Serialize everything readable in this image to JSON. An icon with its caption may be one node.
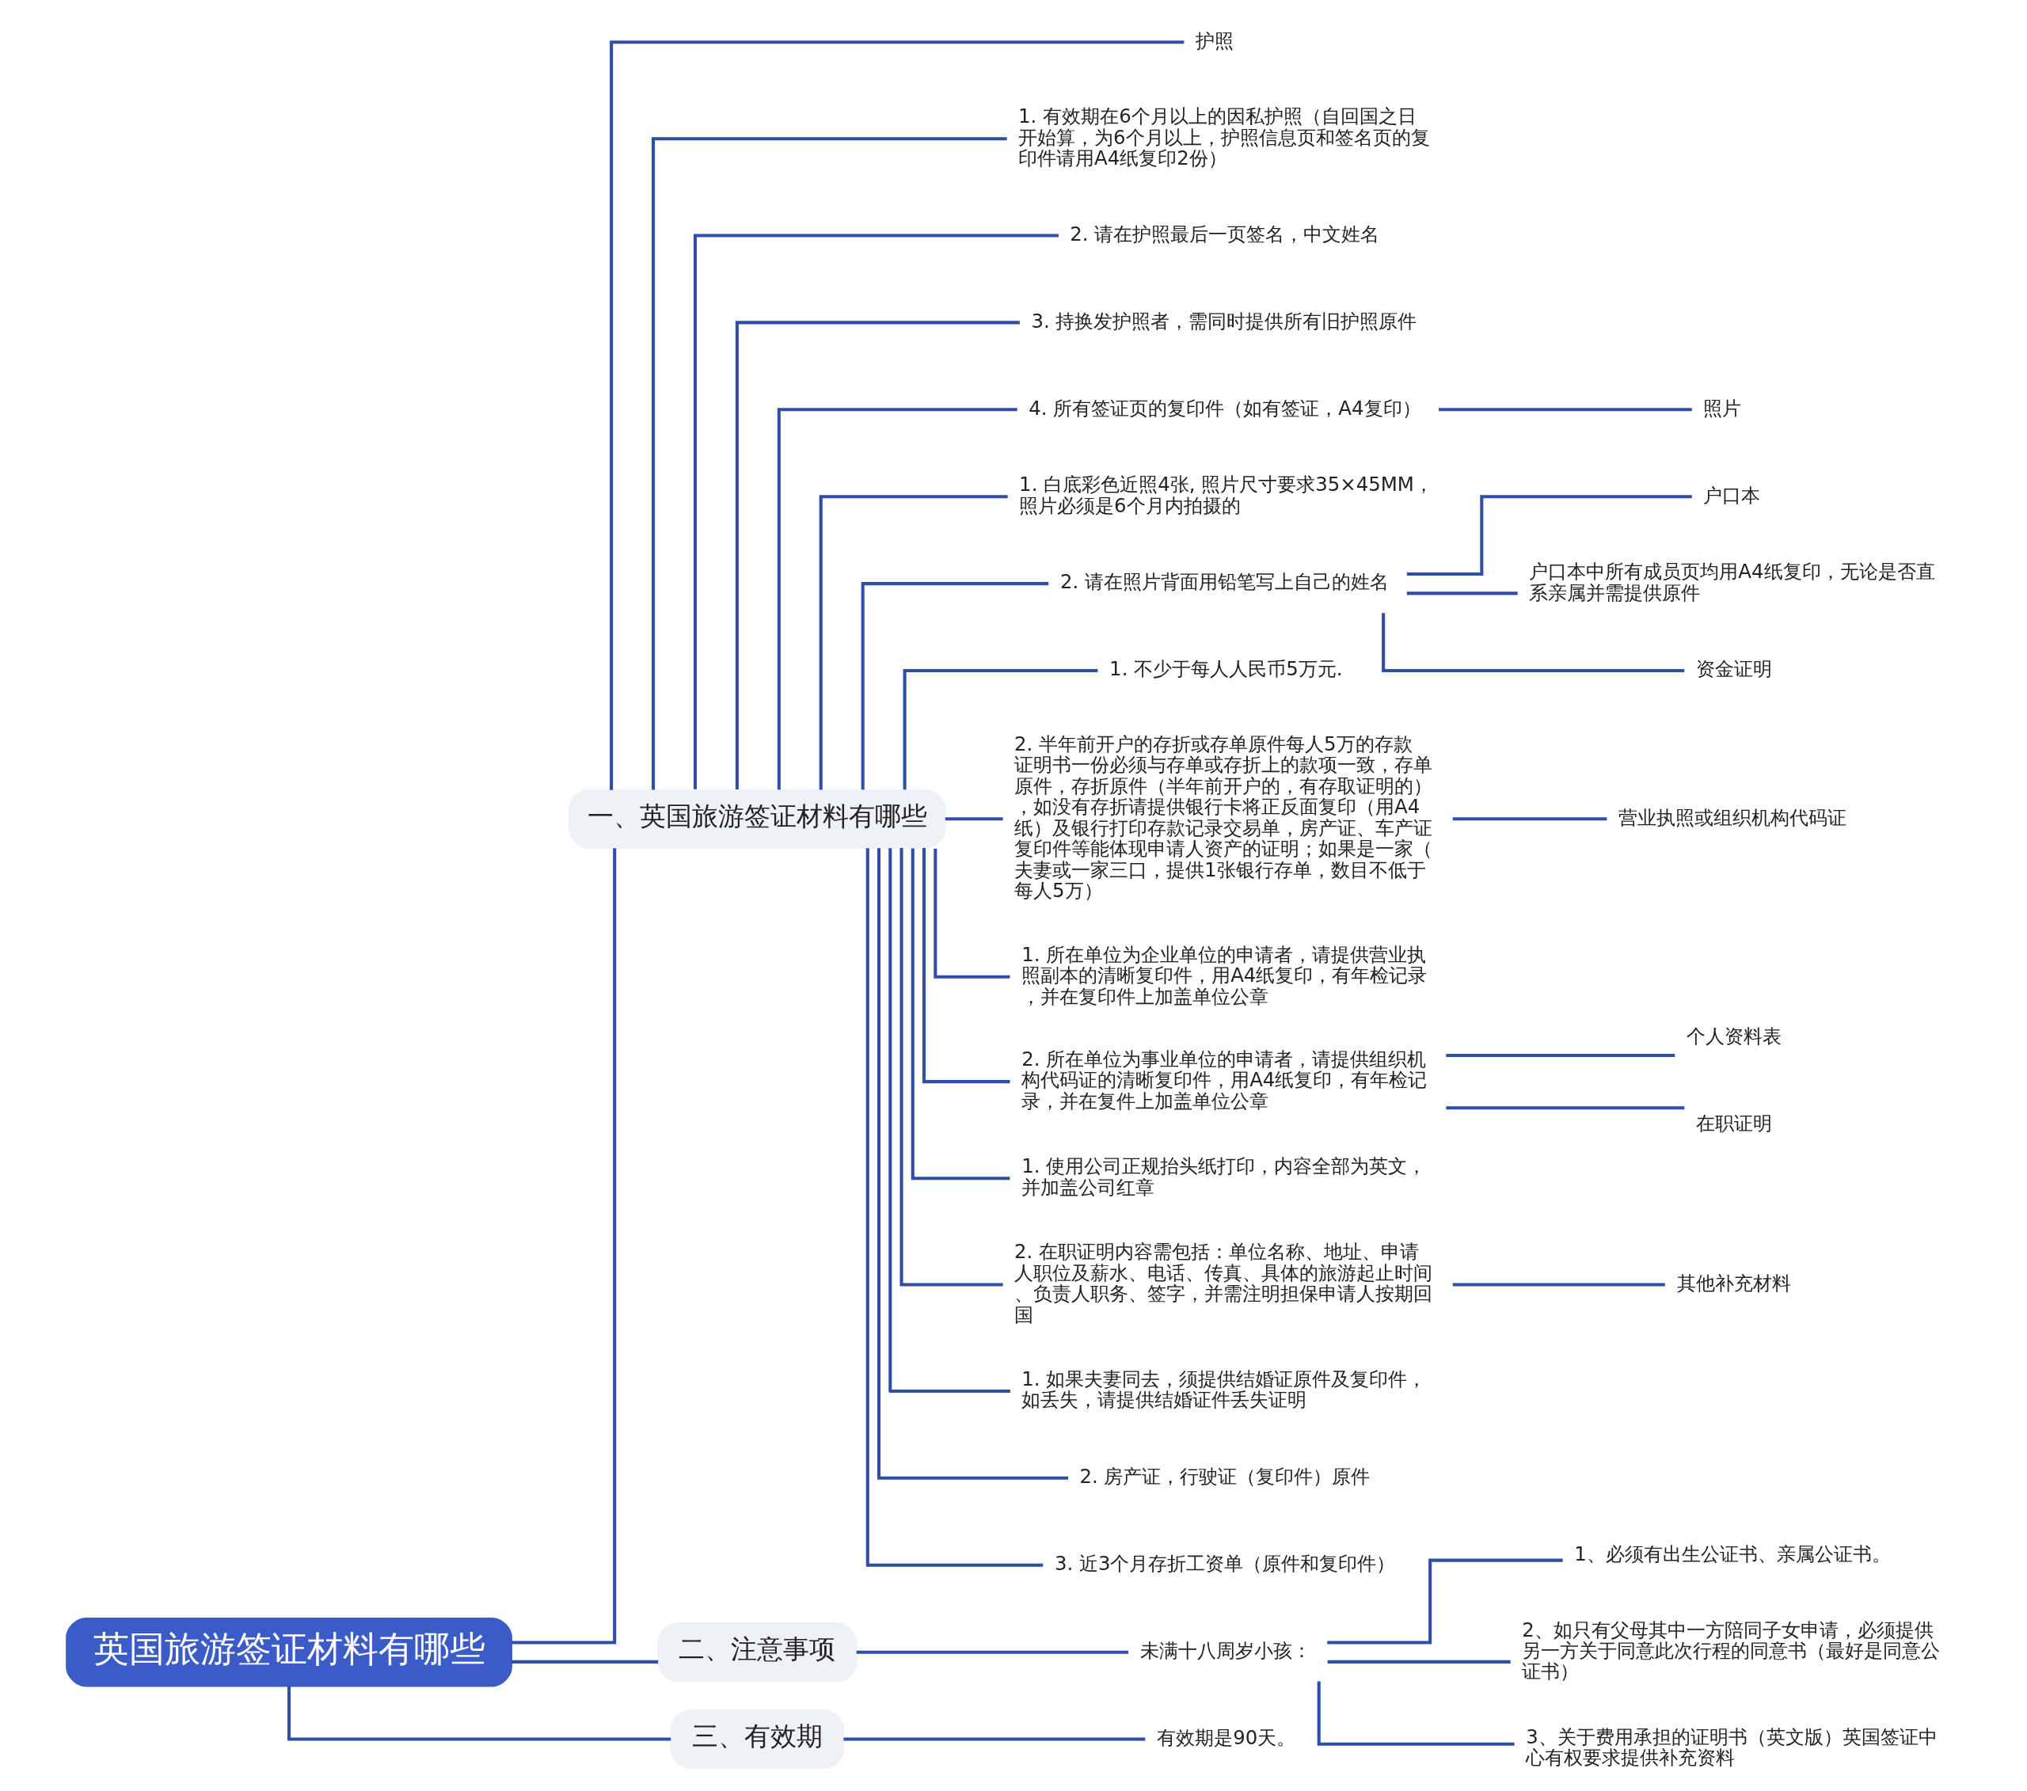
{
  "diagram": {
    "nodes": [
      {
        "text": [
          "英国旅游签证材料有哪些"
        ]
      },
      {
        "text": [
          "一、英国旅游签证材料有哪些"
        ]
      },
      {
        "text": [
          "护照"
        ]
      },
      {
        "text": [
          "1. 有效期在6个月以上的因私护照（自回国之日开始算，为6个月以上，护照信息页和签名页的复印件请用A4纸复印2份）"
        ]
      },
      {
        "text": [
          "2. 请在护照最后一页签名，中文姓名"
        ]
      },
      {
        "text": [
          "3. 持换发护照者，需同时提供所有旧护照原件"
        ]
      },
      {
        "text": [
          "4. 所有签证页的复印件（如有签证，A4复印）"
        ]
      },
      {
        "text": [
          "照片"
        ]
      },
      {
        "text": [
          "1. 白底彩色近照4张, 照片尺寸要求35×45MM，照片必须是6个月内拍摄的"
        ]
      },
      {
        "text": [
          "2. 请在照片背面用铅笔写上自己的姓名"
        ]
      },
      {
        "text": [
          "户口本"
        ]
      },
      {
        "text": [
          "户口本中所有成员页均用A4纸复印，无论是否直系亲属并需提供原件"
        ]
      },
      {
        "text": [
          "资金证明"
        ]
      },
      {
        "text": [
          "1. 不少于每人人民币5万元."
        ]
      },
      {
        "text": [
          "2. 半年前开户的存折或存单原件每人5万的存款证明书一份必须与存单或存折上的款项一致，存单原件，存折原件（半年前开户的，有存取证明的），如没有存折请提供银行卡将正反面复印（用A4纸）及银行打印存款记录交易单，房产证、车产证复印件等能体现申请人资产的证明；如果是一家（夫妻或一家三口，提供1张银行存单，数目不低于每人5万）"
        ]
      },
      {
        "text": [
          "营业执照或组织机构代码证"
        ]
      },
      {
        "text": [
          "1. 所在单位为企业单位的申请者，请提供营业执照副本的清晰复印件，用A4纸复印，有年检记录，并在复印件上加盖单位公章"
        ]
      },
      {
        "text": [
          "2. 所在单位为事业单位的申请者，请提供组织机构代码证的清晰复印件，用A4纸复印，有年检记录，并在复件上加盖单位公章"
        ]
      },
      {
        "text": [
          "个人资料表"
        ]
      },
      {
        "text": [
          "在职证明"
        ]
      },
      {
        "text": [
          "1. 使用公司正规抬头纸打印，内容全部为英文，并加盖公司红章"
        ]
      },
      {
        "text": [
          "2. 在职证明内容需包括：单位名称、地址、申请人职位及薪水、电话、传真、具体的旅游起止时间、负责人职务、签字，并需注明担保申请人按期回国"
        ]
      },
      {
        "text": [
          "其他补充材料"
        ]
      },
      {
        "text": [
          "1. 如果夫妻同去，须提供结婚证原件及复印件，如丢失，请提供结婚证件丢失证明"
        ]
      },
      {
        "text": [
          "2. 房产证，行驶证（复印件）原件"
        ]
      },
      {
        "text": [
          "3. 近3个月存折工资单（原件和复印件）"
        ]
      },
      {
        "text": [
          "二、注意事项"
        ]
      },
      {
        "text": [
          "未满十八周岁小孩："
        ]
      },
      {
        "text": [
          "1、必须有出生公证书、亲属公证书。"
        ]
      },
      {
        "text": [
          "2、如只有父母其中一方陪同子女申请，必须提供另一方关于同意此次行程的同意书（最好是同意公证书）"
        ]
      },
      {
        "text": [
          "3、关于费用承担的证明书（英文版）英国签证中心有权要求提供补充资料"
        ]
      },
      {
        "text": [
          "三、有效期"
        ]
      },
      {
        "text": [
          "有效期是90天。"
        ]
      }
    ],
    "edges": [
      {
        "from": 0,
        "to": 1,
        "arrow": "none"
      },
      {
        "from": 1,
        "to": 2,
        "arrow": "none"
      },
      {
        "from": 1,
        "to": 3,
        "arrow": "none"
      },
      {
        "from": 1,
        "to": 4,
        "arrow": "none"
      },
      {
        "from": 1,
        "to": 5,
        "arrow": "none"
      },
      {
        "from": 1,
        "to": 6,
        "arrow": "none"
      },
      {
        "from": 6,
        "to": 7,
        "arrow": "none"
      },
      {
        "from": 1,
        "to": 8,
        "arrow": "none"
      },
      {
        "from": 1,
        "to": 9,
        "arrow": "none"
      },
      {
        "from": 9,
        "to": 10,
        "arrow": "none"
      },
      {
        "from": 9,
        "to": 11,
        "arrow": "none"
      },
      {
        "from": 9,
        "to": 12,
        "arrow": "none"
      },
      {
        "from": 1,
        "to": 13,
        "arrow": "none"
      },
      {
        "from": 1,
        "to": 14,
        "arrow": "none"
      },
      {
        "from": 14,
        "to": 15,
        "arrow": "none"
      },
      {
        "from": 1,
        "to": 16,
        "arrow": "none"
      },
      {
        "from": 1,
        "to": 17,
        "arrow": "none"
      },
      {
        "from": 17,
        "to": 18,
        "arrow": "none"
      },
      {
        "from": 17,
        "to": 19,
        "arrow": "none"
      },
      {
        "from": 1,
        "to": 20,
        "arrow": "none"
      },
      {
        "from": 1,
        "to": 21,
        "arrow": "none"
      },
      {
        "from": 21,
        "to": 22,
        "arrow": "none"
      },
      {
        "from": 1,
        "to": 23,
        "arrow": "none"
      },
      {
        "from": 1,
        "to": 24,
        "arrow": "none"
      },
      {
        "from": 1,
        "to": 25,
        "arrow": "none"
      },
      {
        "from": 0,
        "to": 26,
        "arrow": "none"
      },
      {
        "from": 26,
        "to": 27,
        "arrow": "none"
      },
      {
        "from": 27,
        "to": 28,
        "arrow": "none"
      },
      {
        "from": 27,
        "to": 29,
        "arrow": "none"
      },
      {
        "from": 27,
        "to": 30,
        "arrow": "none"
      },
      {
        "from": 0,
        "to": 31,
        "arrow": "none"
      },
      {
        "from": 31,
        "to": 32,
        "arrow": "none"
      }
    ]
  }
}
